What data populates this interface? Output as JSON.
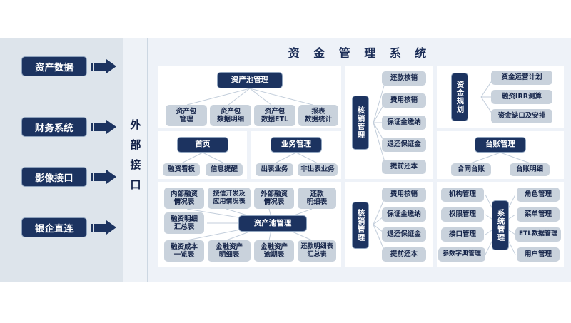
{
  "title": "资 金 管 理 系 统",
  "external_interface_label": "外部接口",
  "sources": [
    {
      "label": "资产数据"
    },
    {
      "label": "财务系统"
    },
    {
      "label": "影像接口"
    },
    {
      "label": "银企直连"
    }
  ],
  "panels": {
    "asset_pool": {
      "root": "资产池管理",
      "children": [
        "资产包\n管理",
        "资产包\n数据明细",
        "资产包\n数据ETL",
        "报表\n数据统计"
      ]
    },
    "home": {
      "root": "首页",
      "children": [
        "融资看板",
        "信息提醒"
      ]
    },
    "business": {
      "root": "业务管理",
      "children": [
        "出表业务",
        "非出表业务"
      ]
    },
    "reports": {
      "center": "资产池管理",
      "row1": [
        "内部融资\n情况表",
        "授信开发及\n应用情况表",
        "外部融资\n情况表",
        "还款\n明细表"
      ],
      "row2_left": "融资明细\n汇总表",
      "row3": [
        "融资成本\n一览表",
        "金融资产\n明细表",
        "金融资产\n逾期表",
        "还款明细表\n汇总表"
      ]
    },
    "writeoff_top": {
      "root": "核销管理",
      "children": [
        "还款核销",
        "费用核销",
        "保证金缴纳",
        "退还保证金",
        "提前还本"
      ]
    },
    "writeoff_bottom": {
      "root": "核销管理",
      "children": [
        "费用核销",
        "保证金缴纳",
        "退还保证金",
        "提前还本"
      ]
    },
    "fund_plan": {
      "root": "资金规划",
      "children": [
        "资金运营计划",
        "融资IRR测算",
        "资金缺口及安排"
      ]
    },
    "ledger": {
      "root": "台账管理",
      "children": [
        "合同台账",
        "台账明细"
      ]
    },
    "system": {
      "root": "系统管理",
      "left_children": [
        "机构管理",
        "权限管理",
        "接口管理",
        "参数字典管理"
      ],
      "right_children": [
        "角色管理",
        "菜单管理",
        "ETL数据管理",
        "用户管理"
      ]
    }
  },
  "colors": {
    "dark_navy": "#1c3360",
    "node_grey": "#c9d2dc",
    "panel_bg": "#ffffff",
    "main_bg": "#eef2f8",
    "left_band": "#dde4eb",
    "connector": "#c3cedb",
    "title_color": "#1b2d57"
  }
}
